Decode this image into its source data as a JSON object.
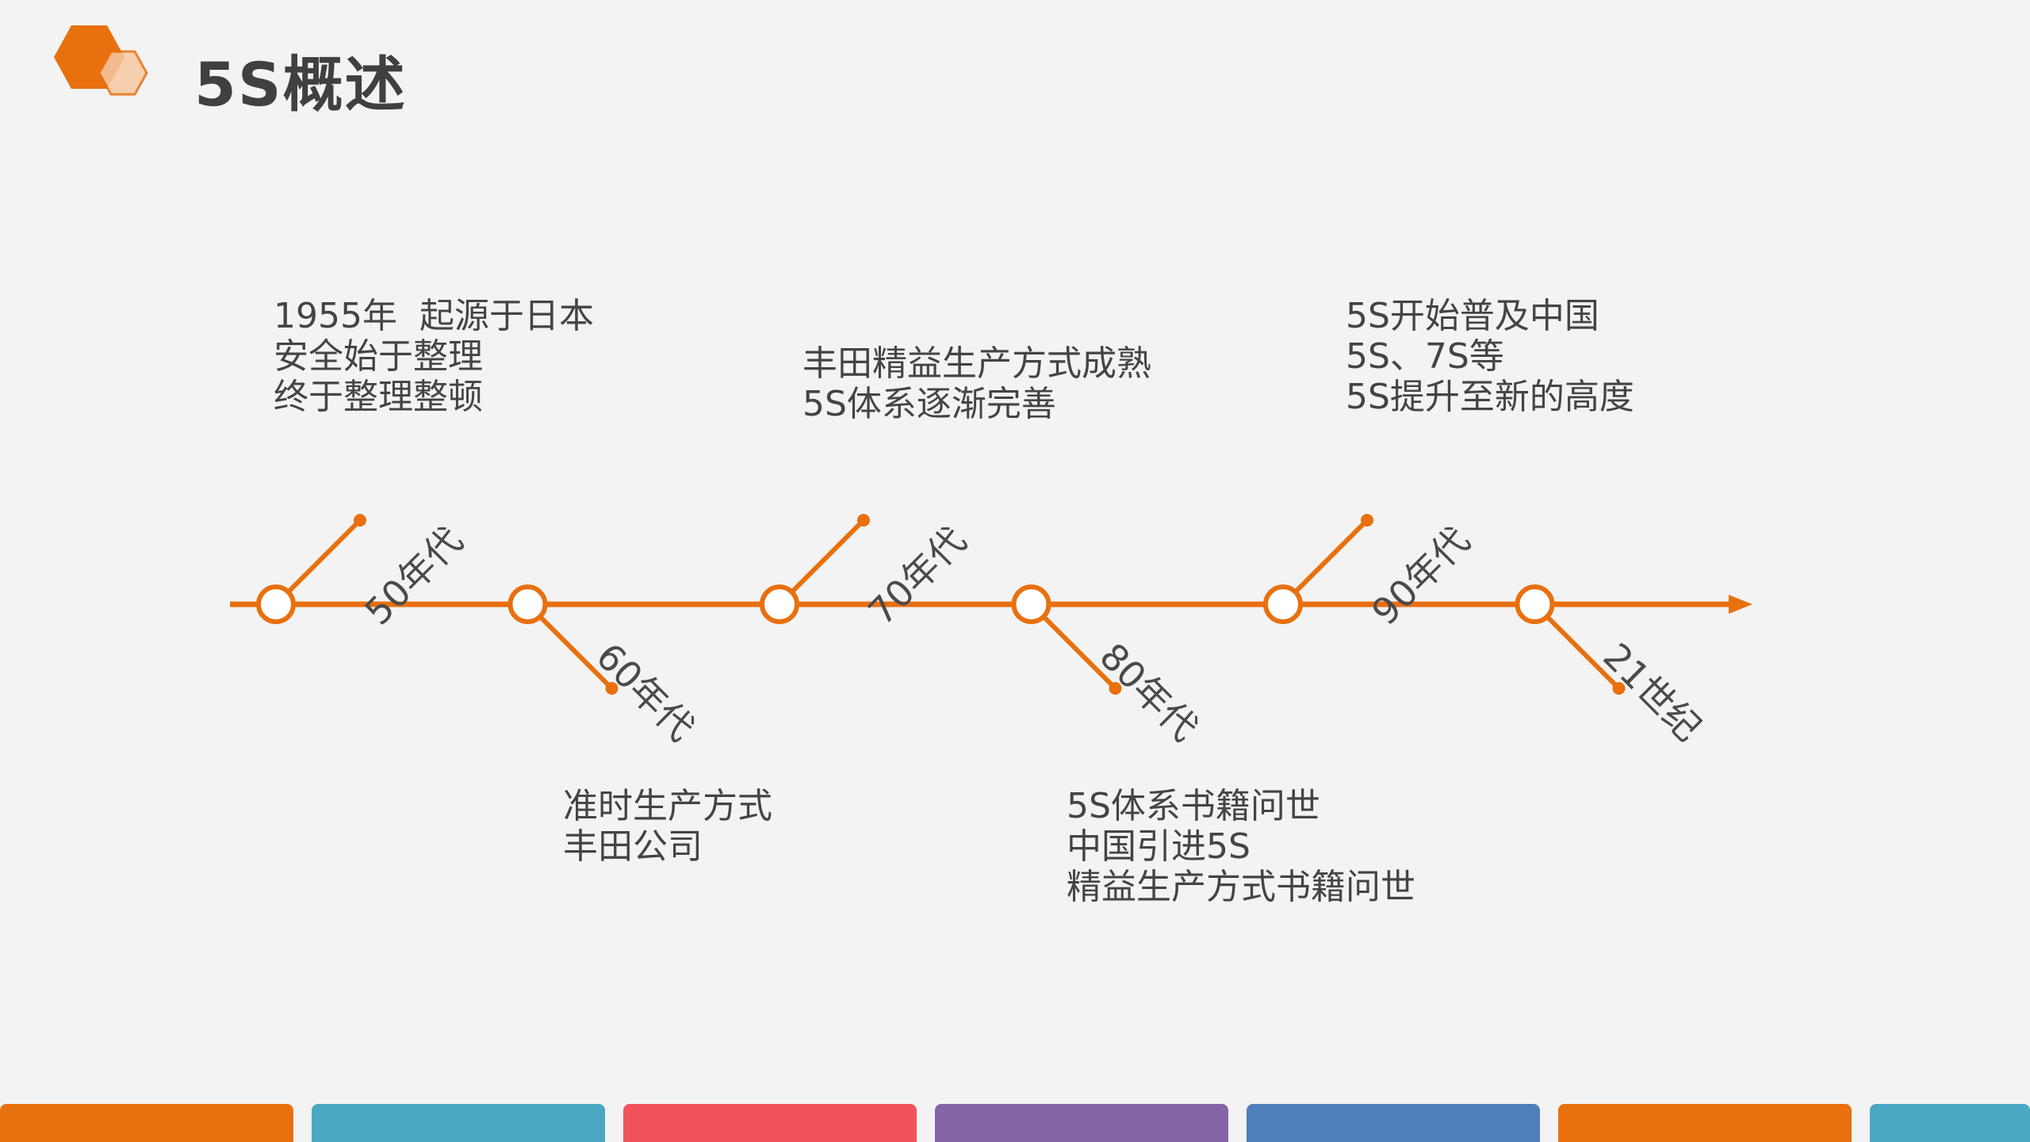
{
  "title": "5S概述",
  "colors": {
    "accent": "#e8700f",
    "bars": [
      "#e8700f",
      "#4aa8c4",
      "#f2525b",
      "#8464a6",
      "#4f7fbb",
      "#e8700f",
      "#4aa8c4"
    ]
  },
  "timeline": {
    "nodes": [
      {
        "era": "50年代",
        "side": "up"
      },
      {
        "era": "60年代",
        "side": "down"
      },
      {
        "era": "70年代",
        "side": "up"
      },
      {
        "era": "80年代",
        "side": "down"
      },
      {
        "era": "90年代",
        "side": "up"
      },
      {
        "era": "21世纪",
        "side": "down"
      }
    ]
  },
  "descriptions": [
    {
      "lines": [
        "1955年  起源于日本",
        "安全始于整理",
        "终于整理整顿"
      ]
    },
    {
      "lines": [
        "准时生产方式",
        "丰田公司"
      ]
    },
    {
      "lines": [
        "丰田精益生产方式成熟",
        "5S体系逐渐完善"
      ]
    },
    {
      "lines": [
        "5S体系书籍问世",
        "中国引进5S",
        "精益生产方式书籍问世"
      ]
    },
    {
      "lines": [
        "5S开始普及中国",
        "5S、7S等",
        "5S提升至新的高度"
      ]
    }
  ]
}
